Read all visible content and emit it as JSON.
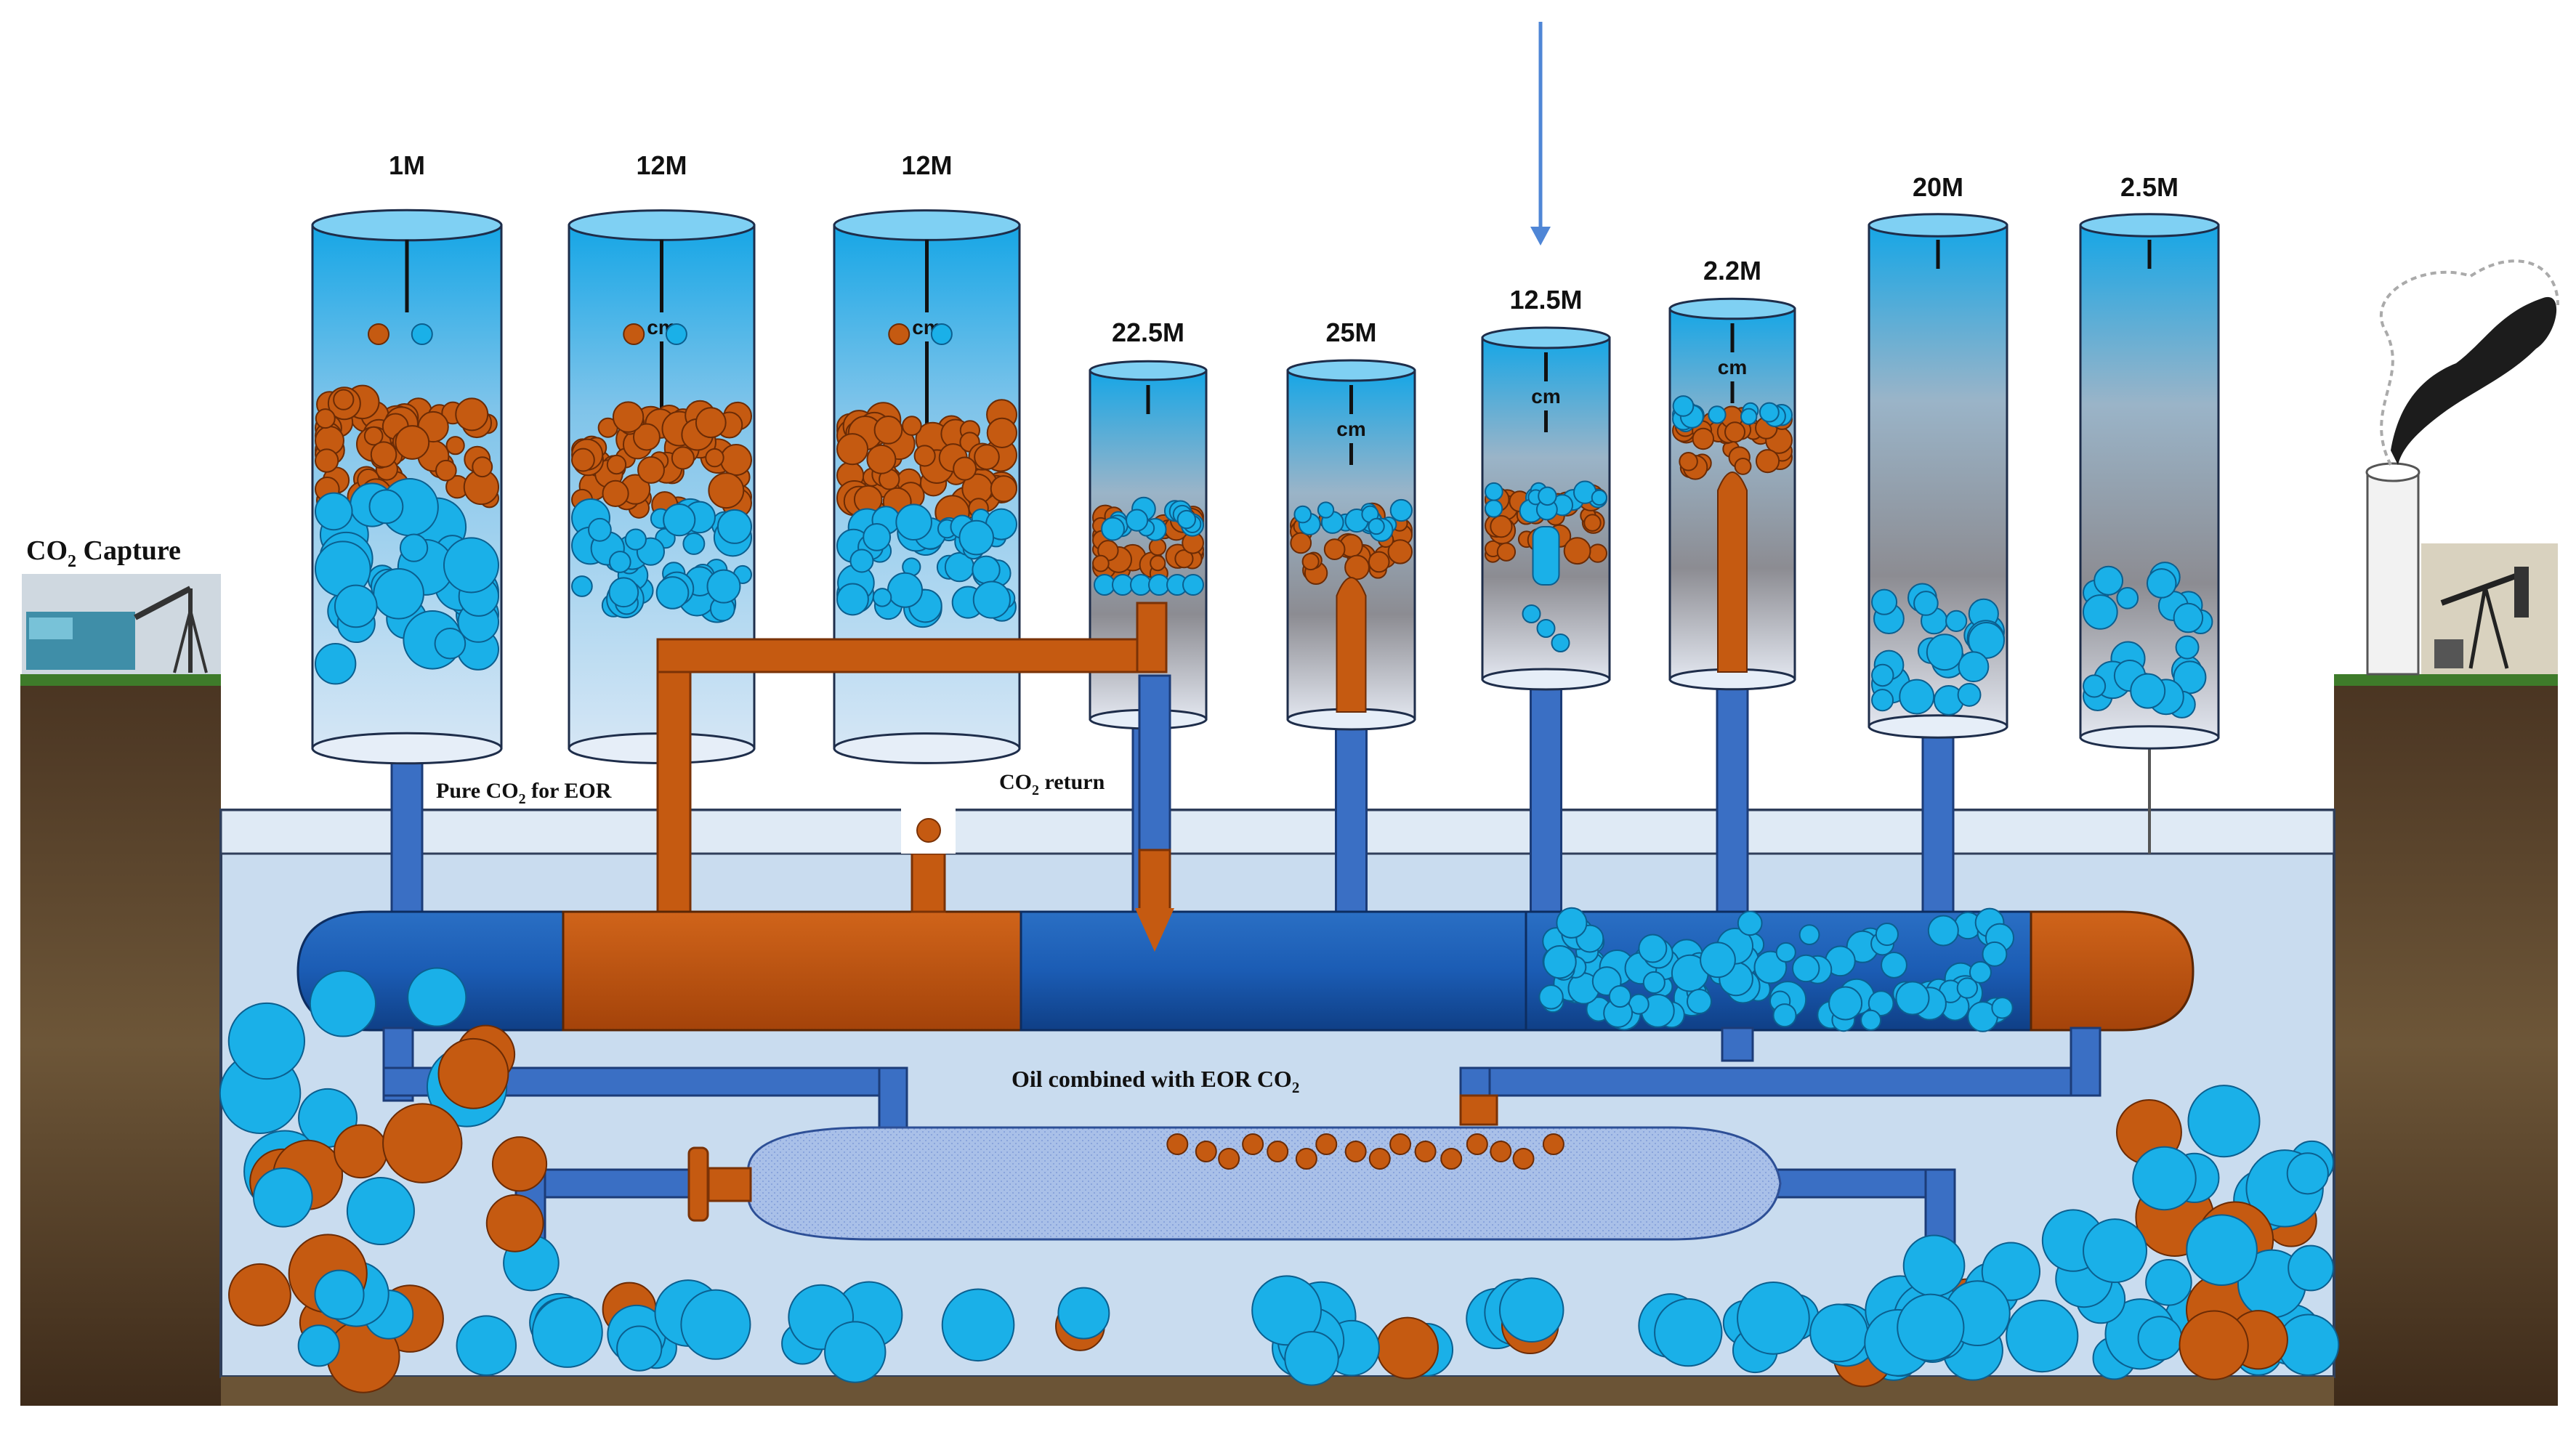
{
  "labels": {
    "co2_capture": "CO",
    "co2_capture_sub": "2",
    "co2_capture_tail": " Capture",
    "pure_co2": "Pure CO",
    "pure_co2_sub": "2",
    "pure_co2_tail": " for EOR",
    "co2_return": "CO",
    "co2_return_sub": "2",
    "co2_return_tail": " return",
    "oil_combined": "Oil combined with EOR  CO",
    "oil_combined_sub": "2"
  },
  "columns": [
    {
      "label": "1M",
      "unit": ""
    },
    {
      "label": "12M",
      "unit": "cm"
    },
    {
      "label": "12M",
      "unit": "cm"
    },
    {
      "label": "22.5M",
      "unit": ""
    },
    {
      "label": "25M",
      "unit": "cm"
    },
    {
      "label": "12.5M",
      "unit": "cm"
    },
    {
      "label": "2.2M",
      "unit": "cm"
    },
    {
      "label": "20M",
      "unit": ""
    },
    {
      "label": "2.5M",
      "unit": ""
    }
  ],
  "colors": {
    "co2_bubble": "#1ab0e8",
    "oil_bubble": "#c55a11",
    "pipe_blue": "#3a6fc4",
    "tank_blue": "#1f5fb0",
    "reservoir": "#c9dcef",
    "ground": "#5b4630",
    "grass": "#3e7b2a"
  }
}
